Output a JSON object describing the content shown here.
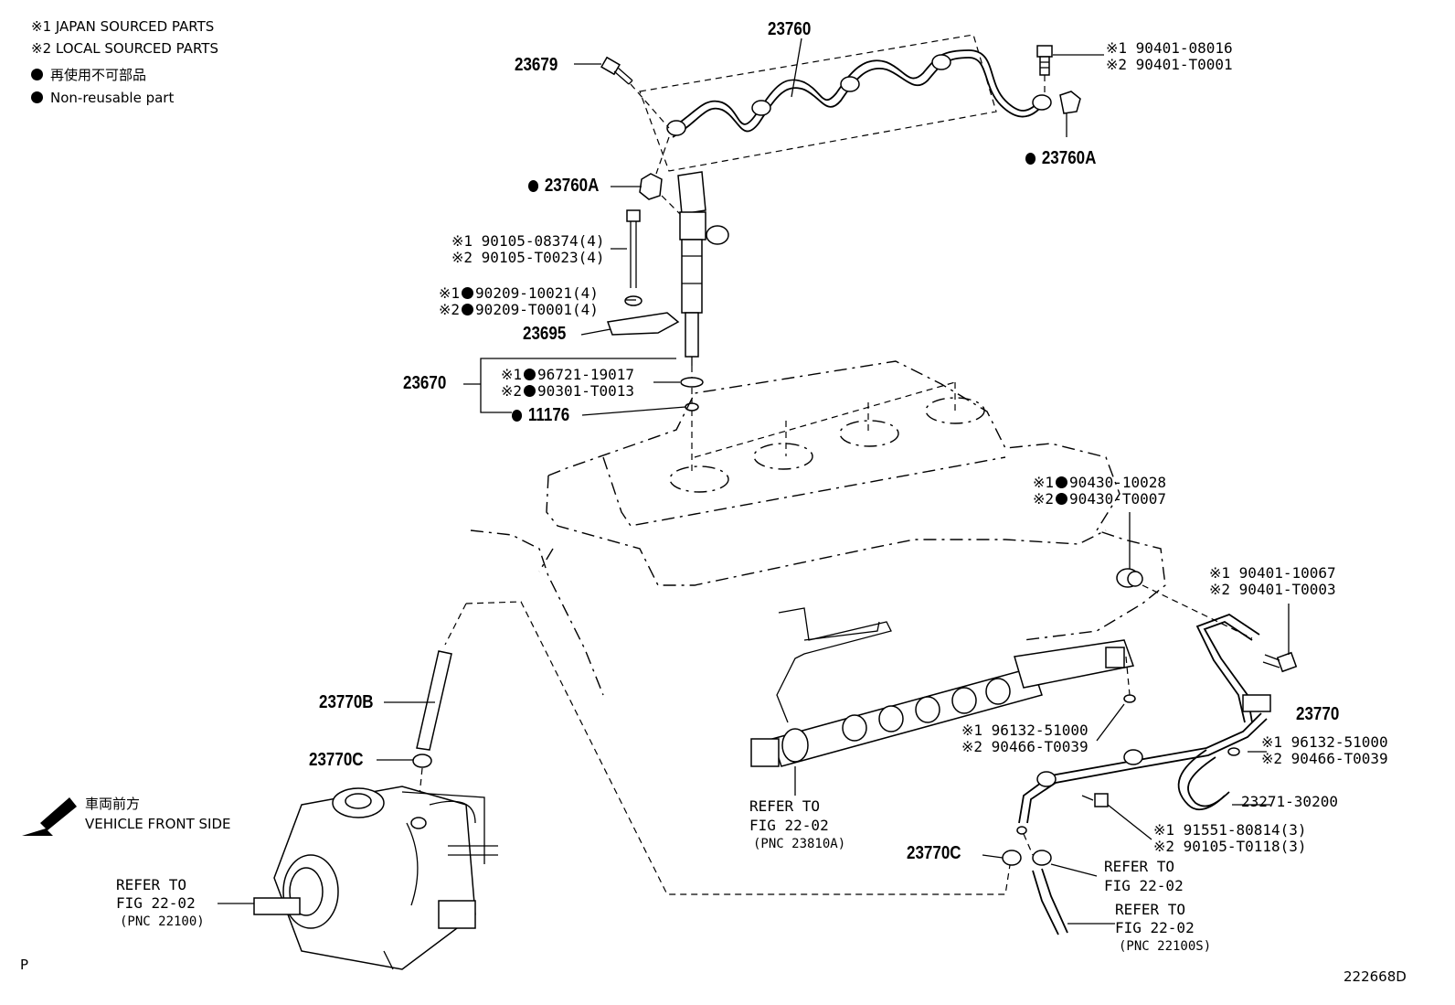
{
  "legend": {
    "japan": "※1 JAPAN SOURCED PARTS",
    "local": "※2 LOCAL SOURCED PARTS",
    "non_reusable_jp": "再使用不可部品",
    "non_reusable_en": "Non-reusable part"
  },
  "direction": {
    "jp": "車両前方",
    "en": "VEHICLE FRONT SIDE"
  },
  "labels": {
    "p23760": "23760",
    "p23679": "23679",
    "bolt_top_1": "※1 90401-08016",
    "bolt_top_2": "※2 90401-T0001",
    "p23760A_right": "23760A",
    "p23760A_left": "23760A",
    "inj_bolt_1": "※1 90105-08374(4)",
    "inj_bolt_2": "※2 90105-T0023(4)",
    "washer_1_pre": "※1",
    "washer_1": "90209-10021(4)",
    "washer_2_pre": "※2",
    "washer_2": "90209-T0001(4)",
    "p23695": "23695",
    "p23670": "23670",
    "oring_1_pre": "※1",
    "oring_1": "96721-19017",
    "oring_2_pre": "※2",
    "oring_2": "90301-T0013",
    "p11176": "11176",
    "cap_1_pre": "※1",
    "cap_1": "90430-10028",
    "cap_2_pre": "※2",
    "cap_2": "90430-T0007",
    "pipebolt_1": "※1 90401-10067",
    "pipebolt_2": "※2 90401-T0003",
    "p23770": "23770",
    "gasket_a_1": "※1 96132-51000",
    "gasket_a_2": "※2 90466-T0039",
    "gasket_b_1": "※1 96132-51000",
    "gasket_b_2": "※2 90466-T0039",
    "p23271": "23271-30200",
    "clampbolt_1": "※1 91551-80814(3)",
    "clampbolt_2": "※2 90105-T0118(3)",
    "p23770B": "23770B",
    "p23770C_top": "23770C",
    "p23770C_bottom": "23770C",
    "ref_rail_1": "REFER TO",
    "ref_rail_2": "FIG 22-02",
    "ref_rail_3": "(PNC 23810A)",
    "ref_pump_1": "REFER TO",
    "ref_pump_2": "FIG 22-02",
    "ref_pump_3": "(PNC 22100)",
    "ref_hose_a_1": "REFER TO",
    "ref_hose_a_2": "FIG 22-02",
    "ref_hose_b_1": "REFER TO",
    "ref_hose_b_2": "FIG 22-02",
    "ref_hose_b_3": "(PNC 22100S)",
    "corner_p": "P",
    "fig_code": "222668D"
  }
}
